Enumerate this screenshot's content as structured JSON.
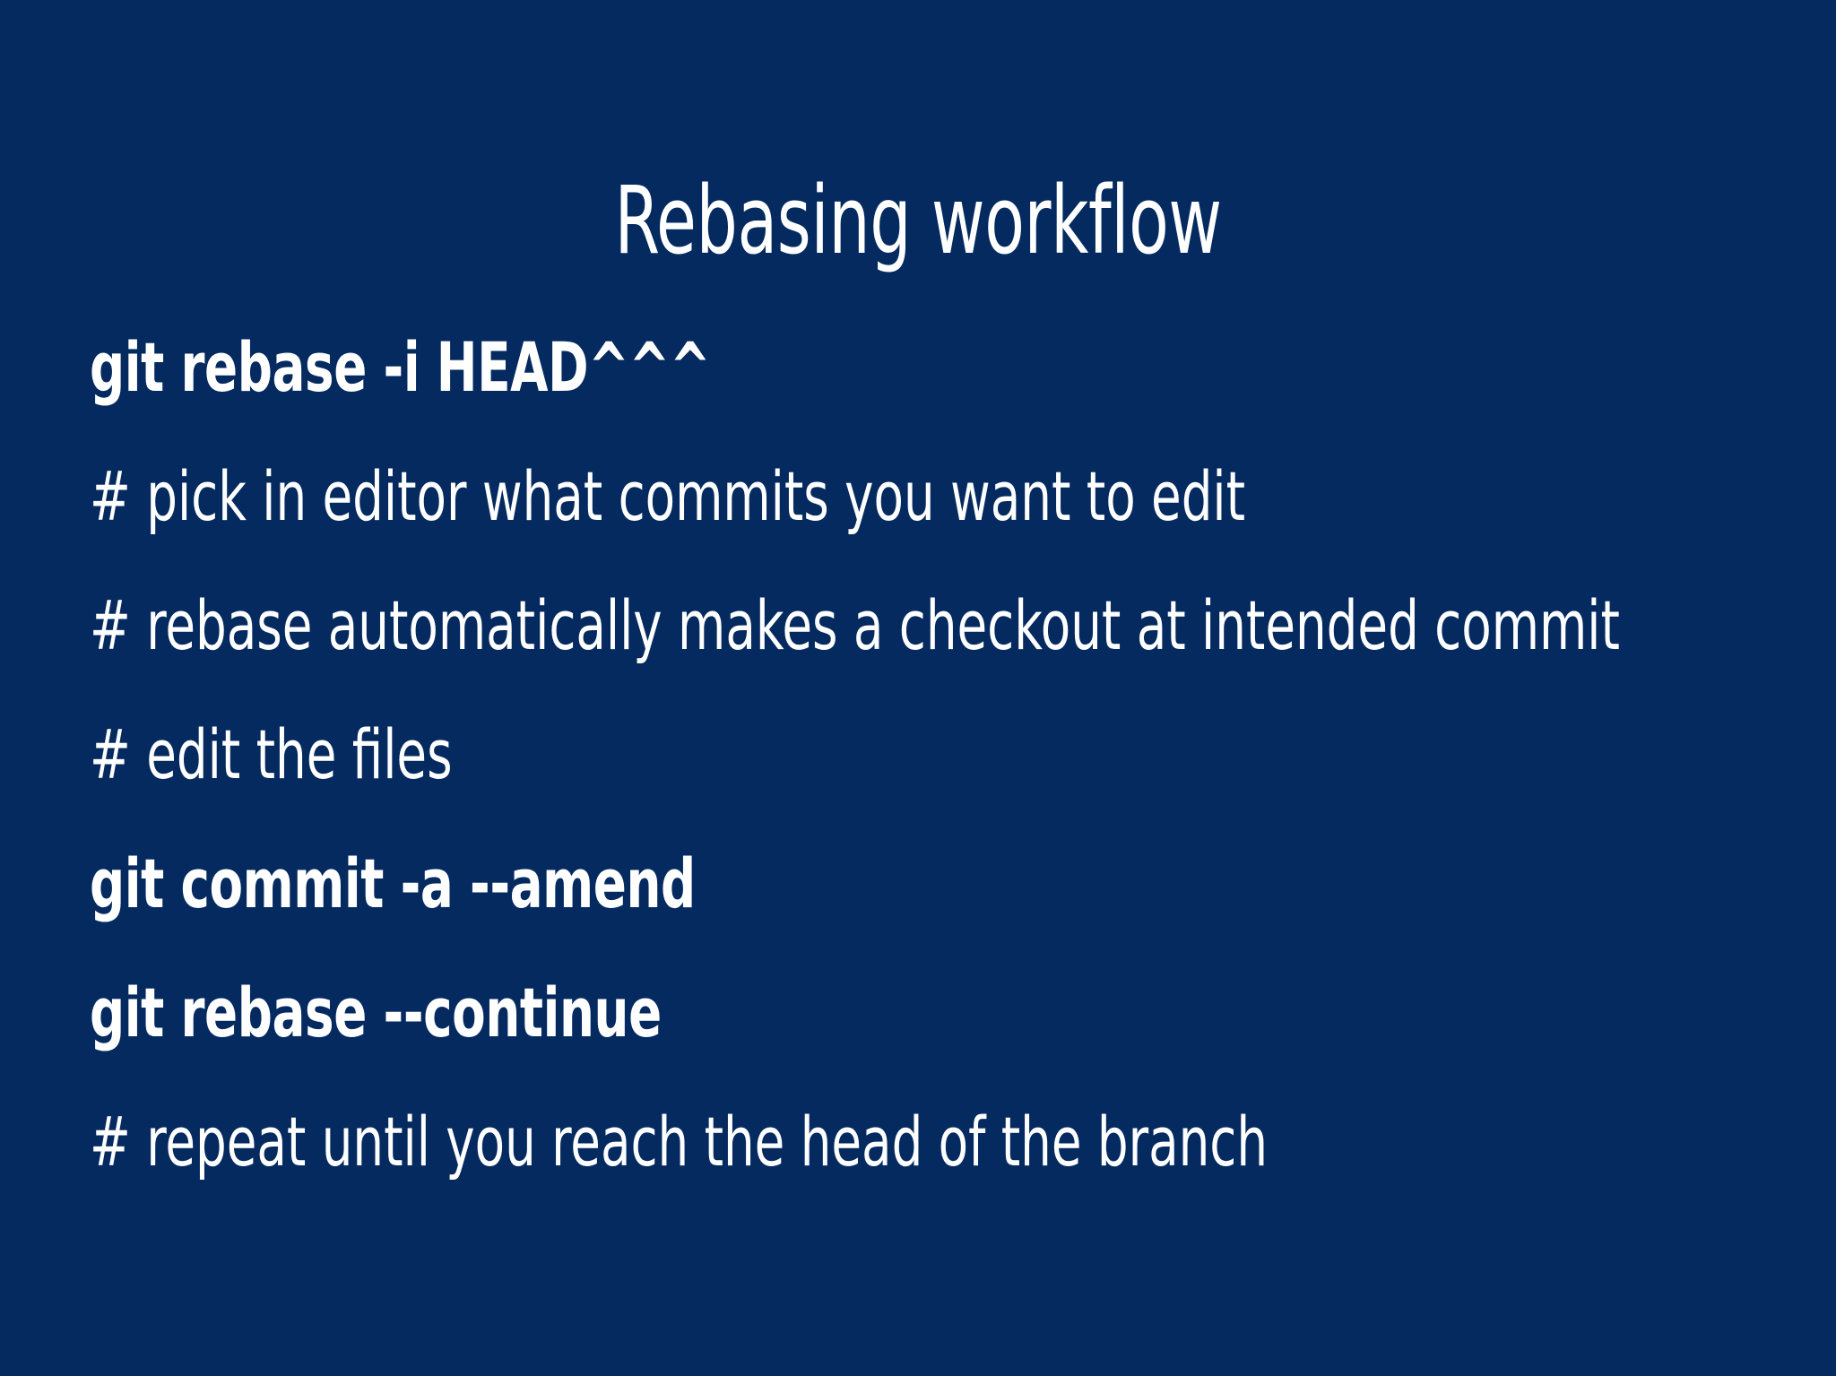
{
  "slide": {
    "title": "Rebasing workflow",
    "background_color": "#042a60",
    "text_color": "#ffffff",
    "lines": [
      {
        "text": "git rebase -i HEAD^^^",
        "kind": "command"
      },
      {
        "text": "# pick in editor what commits you want to edit",
        "kind": "comment"
      },
      {
        "text": "# rebase automatically makes a checkout at intended commit",
        "kind": "comment"
      },
      {
        "text": "# edit the files",
        "kind": "comment"
      },
      {
        "text": "git commit -a --amend",
        "kind": "command"
      },
      {
        "text": "git rebase --continue",
        "kind": "command"
      },
      {
        "text": "# repeat until you reach the head of the branch",
        "kind": "comment"
      }
    ]
  }
}
